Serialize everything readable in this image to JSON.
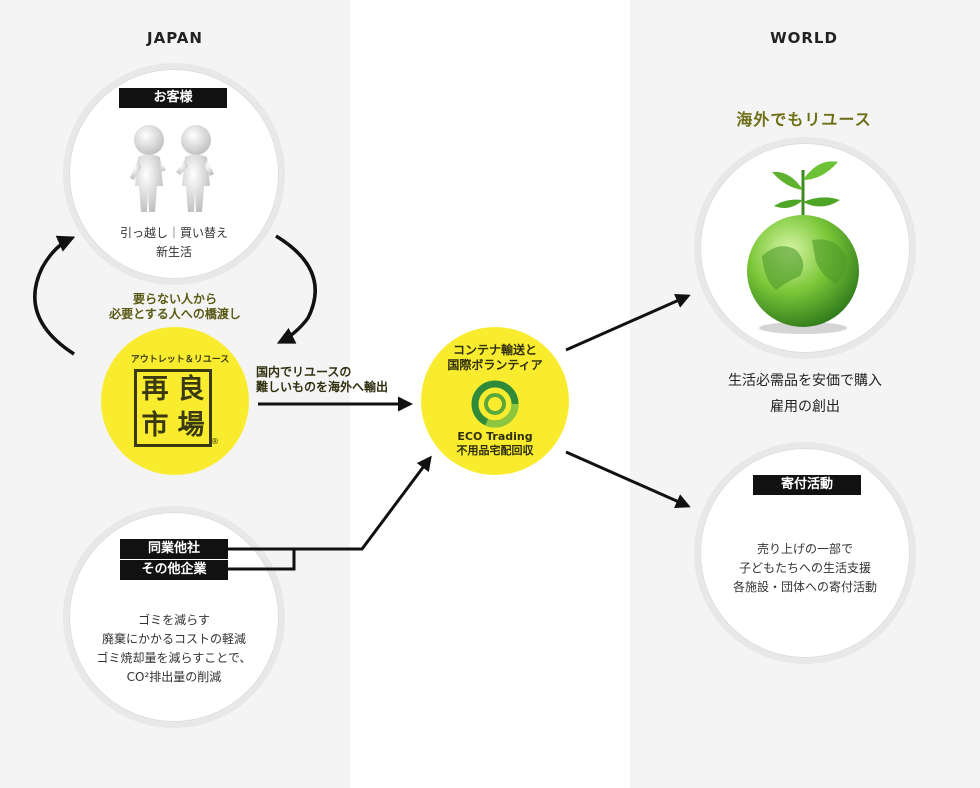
{
  "headings": {
    "japan": "JAPAN",
    "world": "WORLD"
  },
  "customer": {
    "label": "お客様",
    "lines": [
      "引っ越し｜買い替え",
      "新生活"
    ]
  },
  "bridge": {
    "lines": [
      "要らない人から",
      "必要とする人への橋渡し"
    ]
  },
  "shop": {
    "tagline": "アウトレット＆リユース",
    "chars": [
      "再",
      "良",
      "市",
      "場"
    ],
    "registered": "®"
  },
  "export_arrow": {
    "lines": [
      "国内でリユースの",
      "難しいものを海外へ輸出"
    ]
  },
  "eco": {
    "title_lines": [
      "コンテナ輸送と",
      "国際ボランティア"
    ],
    "brand_lines": [
      "ECO Trading",
      "不用品宅配回収"
    ]
  },
  "companies": {
    "labels": [
      "同業他社",
      "その他企業"
    ],
    "lines": [
      "ゴミを減らす",
      "廃棄にかかるコストの軽減",
      "ゴミ焼却量を減らすことで、",
      "CO²排出量の削減"
    ]
  },
  "world": {
    "reuse_title": "海外でもリユース",
    "reuse_lines": [
      "生活必需品を安価で購入",
      "雇用の創出"
    ],
    "donation_label": "寄付活動",
    "donation_lines": [
      "売り上げの一部で",
      "子どもたちへの生活支援",
      "各施設・団体への寄付活動"
    ]
  },
  "colors": {
    "yellow": "#f9ec2e",
    "olive": "#5a5a16",
    "panel": "#f4f4f4",
    "black": "#111111"
  },
  "icons": [
    "person-figure-icon",
    "arrow-icon",
    "eco-trading-logo-icon",
    "globe-plant-icon"
  ]
}
